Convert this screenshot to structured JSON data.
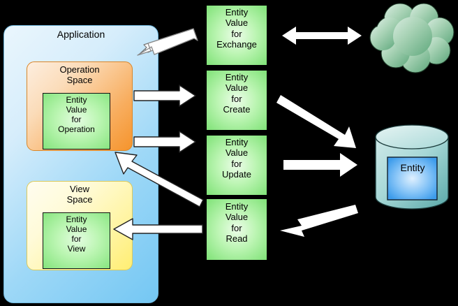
{
  "diagram": {
    "title": "Entity Value flow between Application spaces, transport values, cloud and database",
    "background_color": "#000000"
  },
  "application": {
    "label": "Application",
    "fill_color": "#9ed8f7",
    "operation_space": {
      "label": "Operation\nSpace",
      "fill_color": "#f8ad5e",
      "entity_value": {
        "label": "Entity\nValue\nfor\nOperation",
        "fill_color": "#84e47c"
      }
    },
    "view_space": {
      "label": "View\nSpace",
      "fill_color": "#fff4a0",
      "entity_value": {
        "label": "Entity\nValue\nfor\nView",
        "fill_color": "#84e47c"
      }
    }
  },
  "transport_values": [
    {
      "id": "exchange",
      "label": "Entity\nValue\nfor\nExchange",
      "fill_color": "#7fe277"
    },
    {
      "id": "create",
      "label": "Entity\nValue\nfor\nCreate",
      "fill_color": "#7fe277"
    },
    {
      "id": "update",
      "label": "Entity\nValue\nfor\nUpdate",
      "fill_color": "#7fe277"
    },
    {
      "id": "read",
      "label": "Entity\nValue\nfor\nRead",
      "fill_color": "#7fe277"
    }
  ],
  "cloud": {
    "label": "",
    "icon": "cloud-icon",
    "fill_color": "#8cc3a0"
  },
  "database": {
    "icon": "database-cylinder-icon",
    "fill_color": "#7ec3c4",
    "entity": {
      "label": "Entity",
      "fill_color": "#4da6f5"
    }
  },
  "arrows": [
    {
      "id": "app-exchange",
      "direction": "bidirectional",
      "style": "outlined",
      "from": "application",
      "to": "entity-value-for-exchange"
    },
    {
      "id": "exchange-cloud",
      "direction": "bidirectional",
      "style": "solid",
      "from": "entity-value-for-exchange",
      "to": "cloud"
    },
    {
      "id": "operation-create",
      "direction": "right",
      "style": "outlined",
      "from": "operation-space",
      "to": "entity-value-for-create"
    },
    {
      "id": "create-database",
      "direction": "down-right",
      "style": "solid",
      "from": "entity-value-for-create",
      "to": "database"
    },
    {
      "id": "operation-update",
      "direction": "right",
      "style": "outlined",
      "from": "operation-space",
      "to": "entity-value-for-update"
    },
    {
      "id": "update-database",
      "direction": "right",
      "style": "solid",
      "from": "entity-value-for-update",
      "to": "database"
    },
    {
      "id": "update-operation",
      "direction": "up-left",
      "style": "outlined",
      "from": "entity-value-for-update",
      "to": "operation-space"
    },
    {
      "id": "database-read",
      "direction": "down-left",
      "style": "solid",
      "from": "database",
      "to": "entity-value-for-read"
    },
    {
      "id": "read-view",
      "direction": "left",
      "style": "outlined",
      "from": "entity-value-for-read",
      "to": "entity-value-for-view"
    }
  ]
}
